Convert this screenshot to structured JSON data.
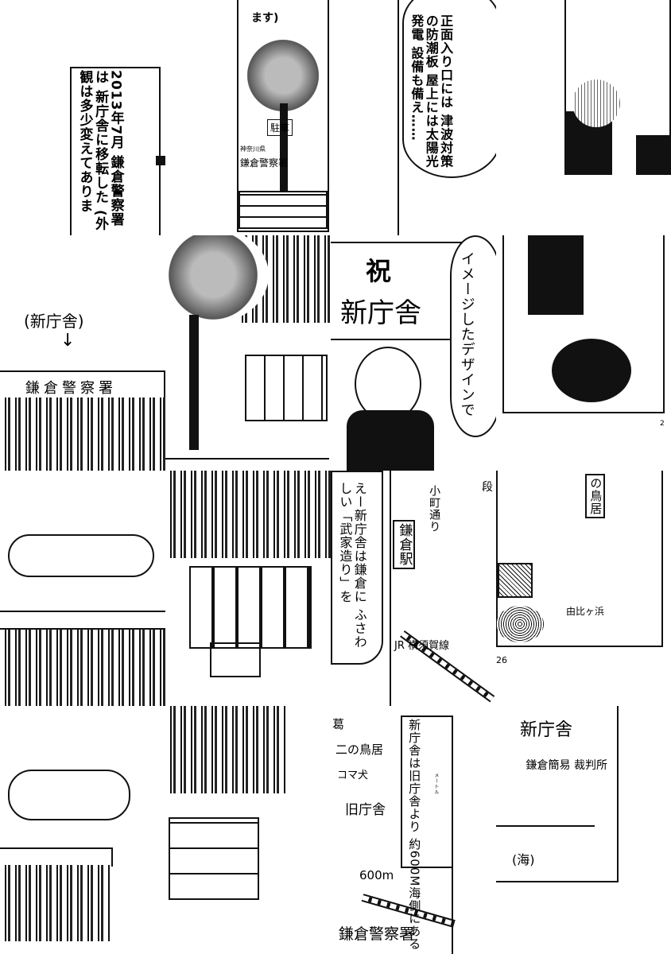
{
  "panels": {
    "intro_caption": "2013年7月 鎌倉警察署は 新庁舎に移転した (外観は多少変えてありま",
    "tree_top_caption": "ます)",
    "parking_sign": "駐車",
    "station_plate_pref": "神奈川県",
    "station_plate_name": "鎌倉警察署",
    "features_balloon": "正面入り口には 津波対策の防潮板 屋上には太陽光発電 設備も備え……",
    "new_building_label": "(新庁舎)",
    "building_sign": "鎌倉警察署",
    "celebration_big": "祝",
    "celebration_text": "新庁舎",
    "design_balloon": "イメージしたデザインで",
    "edge_number": "2",
    "bukezukuri_balloon": "えー新庁舎は鎌倉に ふさわしい「武家造り」を",
    "map1": {
      "komachi": "小町通り",
      "station": "鎌倉駅",
      "dan": "段",
      "jr_line": "JR 横須賀線",
      "torii": "の鳥居",
      "yuigahama": "由比ヶ浜",
      "page_number": "26"
    },
    "map2": {
      "kuzu": "葛",
      "ni_no_torii": "二の鳥居",
      "komainu": "コマ犬",
      "old_building": "旧庁舎",
      "distance": "600m",
      "police": "鎌倉警察署"
    },
    "distance_caption": "新庁舎は旧庁舎より 約600M海側にある",
    "distance_ruby": "メートル",
    "map3": {
      "new_building": "新庁舎",
      "court": "鎌倉簡易 裁判所",
      "sea": "(海)"
    }
  }
}
